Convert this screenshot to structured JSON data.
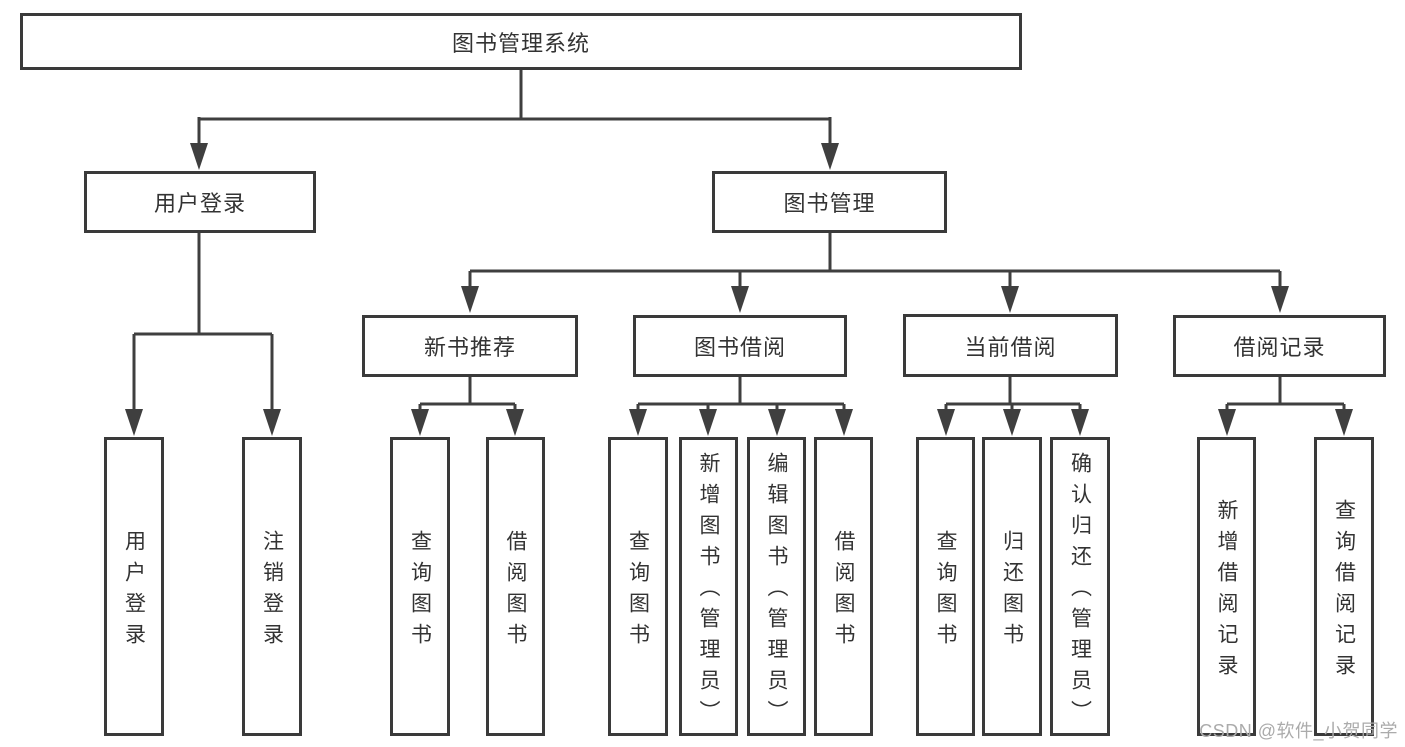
{
  "diagram": {
    "root": {
      "label": "图书管理系统"
    },
    "level2": [
      {
        "label": "用户登录",
        "leaves": [
          {
            "label": "用户登录"
          },
          {
            "label": "注销登录"
          }
        ]
      },
      {
        "label": "图书管理",
        "children": [
          {
            "label": "新书推荐",
            "leaves": [
              {
                "label": "查询图书"
              },
              {
                "label": "借阅图书"
              }
            ]
          },
          {
            "label": "图书借阅",
            "leaves": [
              {
                "label": "查询图书"
              },
              {
                "label": "新增图书（管理员）"
              },
              {
                "label": "编辑图书（管理员）"
              },
              {
                "label": "借阅图书"
              }
            ]
          },
          {
            "label": "当前借阅",
            "leaves": [
              {
                "label": "查询图书"
              },
              {
                "label": "归还图书"
              },
              {
                "label": "确认归还（管理员）"
              }
            ]
          },
          {
            "label": "借阅记录",
            "leaves": [
              {
                "label": "新增借阅记录"
              },
              {
                "label": "查询借阅记录"
              }
            ]
          }
        ]
      }
    ]
  },
  "watermark": {
    "text": "CSDN @软件_小贺同学"
  },
  "colors": {
    "line": "#3f3f3f",
    "border": "#3a3a3a",
    "text": "#333333",
    "watermark": "#ababab",
    "background": "#ffffff"
  }
}
